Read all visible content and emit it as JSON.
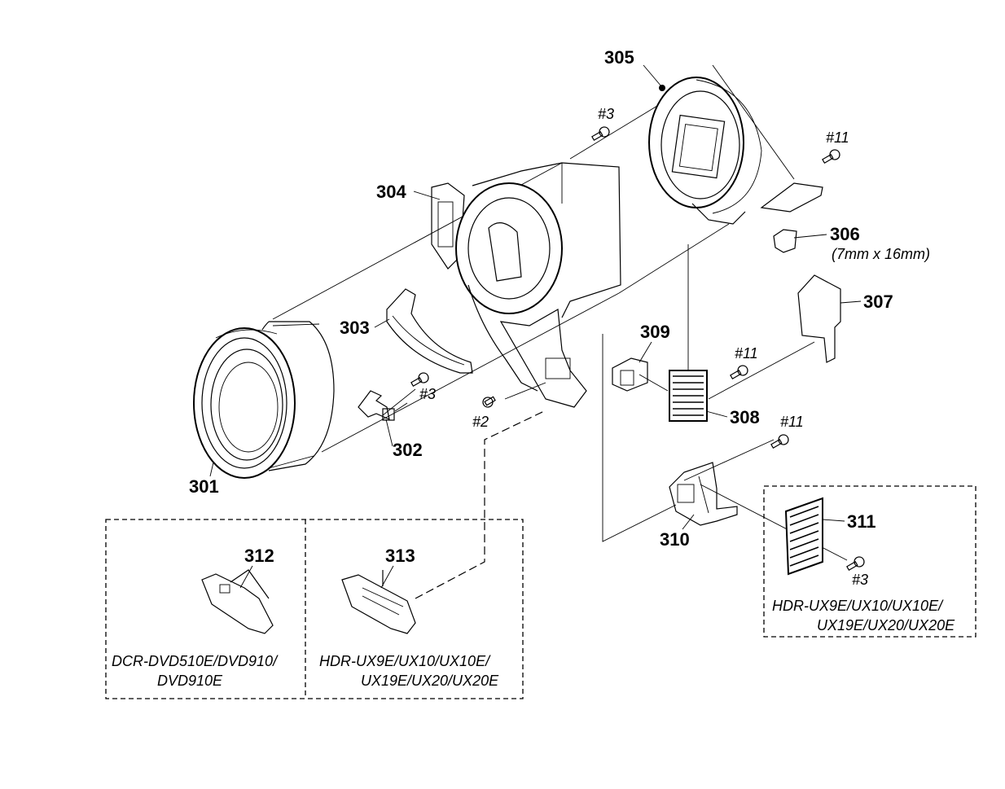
{
  "parts": {
    "p301": "301",
    "p302": "302",
    "p303": "303",
    "p304": "304",
    "p305": "305",
    "p306": "306",
    "p307": "307",
    "p308": "308",
    "p309": "309",
    "p310": "310",
    "p311": "311",
    "p312": "312",
    "p313": "313"
  },
  "screws": {
    "s3_top": "#3",
    "s3_302": "#3",
    "s2": "#2",
    "s11_305": "#11",
    "s11_308": "#11",
    "s11_310": "#11",
    "s3_311": "#3"
  },
  "notes": {
    "size_306": "(7mm x 16mm)"
  },
  "models": {
    "box_left_line1": "DCR-DVD510E/DVD910/",
    "box_left_line2": "DVD910E",
    "box_mid_line1": "HDR-UX9E/UX10/UX10E/",
    "box_mid_line2": "UX19E/UX20/UX20E",
    "box_right_line1": "HDR-UX9E/UX10/UX10E/",
    "box_right_line2": "UX19E/UX20/UX20E"
  }
}
